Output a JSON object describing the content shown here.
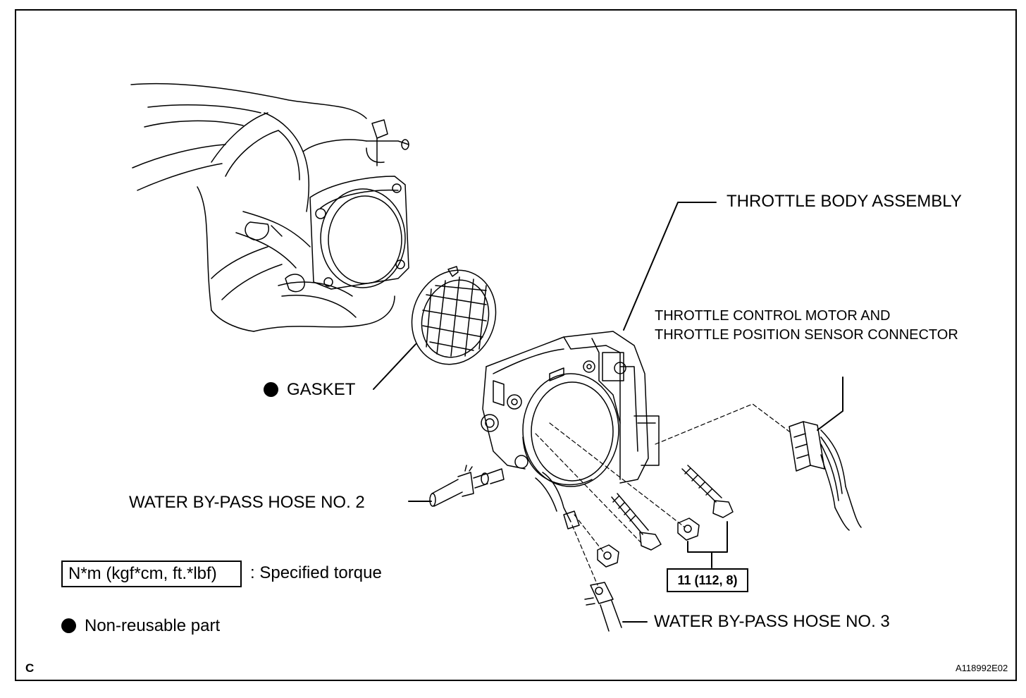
{
  "labels": {
    "throttle_body": "THROTTLE BODY ASSEMBLY",
    "connector_line1": "THROTTLE CONTROL MOTOR AND",
    "connector_line2": "THROTTLE POSITION SENSOR CONNECTOR",
    "gasket": "GASKET",
    "hose2": "WATER BY-PASS HOSE NO. 2",
    "hose3": "WATER BY-PASS HOSE NO. 3",
    "torque_value": "11 (112, 8)"
  },
  "legend": {
    "torque_units": "N*m (kgf*cm, ft.*lbf)",
    "torque_desc": ": Specified torque",
    "nonreusable": "Non-reusable part"
  },
  "footer": {
    "corner_letter": "C",
    "figure_code": "A118992E02"
  },
  "icons": [
    "non-reusable-dot-icon"
  ]
}
